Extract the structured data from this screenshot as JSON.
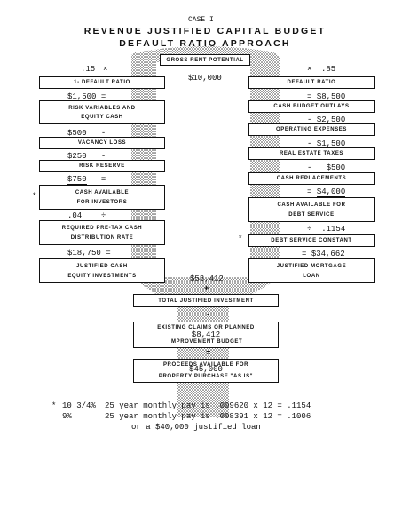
{
  "header": {
    "case": "CASE I",
    "title1": "REVENUE JUSTIFIED CAPITAL BUDGET",
    "title2": "DEFAULT RATIO APPROACH"
  },
  "top": {
    "gross_rent": "GROSS RENT POTENTIAL",
    "gross_value": "$10,000",
    "left_pct": ".15",
    "left_op": "×",
    "right_op": "×",
    "right_pct": ".85"
  },
  "left": [
    {
      "label": "1- DEFAULT RATIO"
    },
    {
      "value": "$1,500",
      "op": "="
    },
    {
      "label1": "RISK VARIABLES AND",
      "label2": "EQUITY CASH"
    },
    {
      "value": "$500",
      "op": "-"
    },
    {
      "label": "VACANCY LOSS"
    },
    {
      "value": "$250",
      "op": "-"
    },
    {
      "label": "RISK RESERVE"
    },
    {
      "value": "$750",
      "op": "="
    },
    {
      "label1": "CASH AVAILABLE",
      "label2": "FOR INVESTORS"
    },
    {
      "value": ".04",
      "op": "÷"
    },
    {
      "label1": "REQUIRED PRE-TAX CASH",
      "label2": "DISTRIBUTION RATE"
    },
    {
      "value": "$18,750",
      "op": "="
    },
    {
      "label1": "JUSTIFIED CASH",
      "label2": "EQUITY INVESTMENTS"
    }
  ],
  "right": [
    {
      "label": "DEFAULT RATIO"
    },
    {
      "value": "$8,500",
      "op": "="
    },
    {
      "label": "CASH BUDGET OUTLAYS"
    },
    {
      "value": "$2,500",
      "op": "-"
    },
    {
      "label": "OPERATING EXPENSES"
    },
    {
      "value": "$1,500",
      "op": "-"
    },
    {
      "label": "REAL ESTATE TAXES"
    },
    {
      "value": "$500",
      "op": "-"
    },
    {
      "label": "CASH REPLACEMENTS"
    },
    {
      "value": "$4,000",
      "op": "="
    },
    {
      "label1": "CASH AVAILABLE FOR",
      "label2": "DEBT SERVICE"
    },
    {
      "value": ".1154",
      "op": "÷"
    },
    {
      "label": "DEBT SERVICE CONSTANT"
    },
    {
      "value": "$34,662",
      "op": "="
    },
    {
      "label1": "JUSTIFIED MORTGAGE",
      "label2": "LOAN"
    }
  ],
  "bottom": {
    "total_value": "$53,412",
    "plus": "+",
    "total_label": "TOTAL JUSTIFIED INVESTMENT",
    "minus": "-",
    "existing_label1": "EXISTING CLAIMS OR PLANNED",
    "existing_value": "$8,412",
    "existing_label2": "IMPROVEMENT BUDGET",
    "equals": "=",
    "proceeds_label1": "PROCEEDS AVAILABLE FOR",
    "proceeds_value": "$45,000",
    "proceeds_label2": "PROPERTY PURCHASE \"AS IS\""
  },
  "asterisks": {
    "a1": "*",
    "a2": "*",
    "a3": "*"
  },
  "footnotes": {
    "l1_rate": "10 3/4%",
    "l1_text": "25 year monthly pay is .009620 x 12 = .1154",
    "l2_rate": "9%",
    "l2_text": "25 year monthly pay is .008391 x 12 = .1006",
    "l3_text": "or a $40,000 justified loan"
  }
}
